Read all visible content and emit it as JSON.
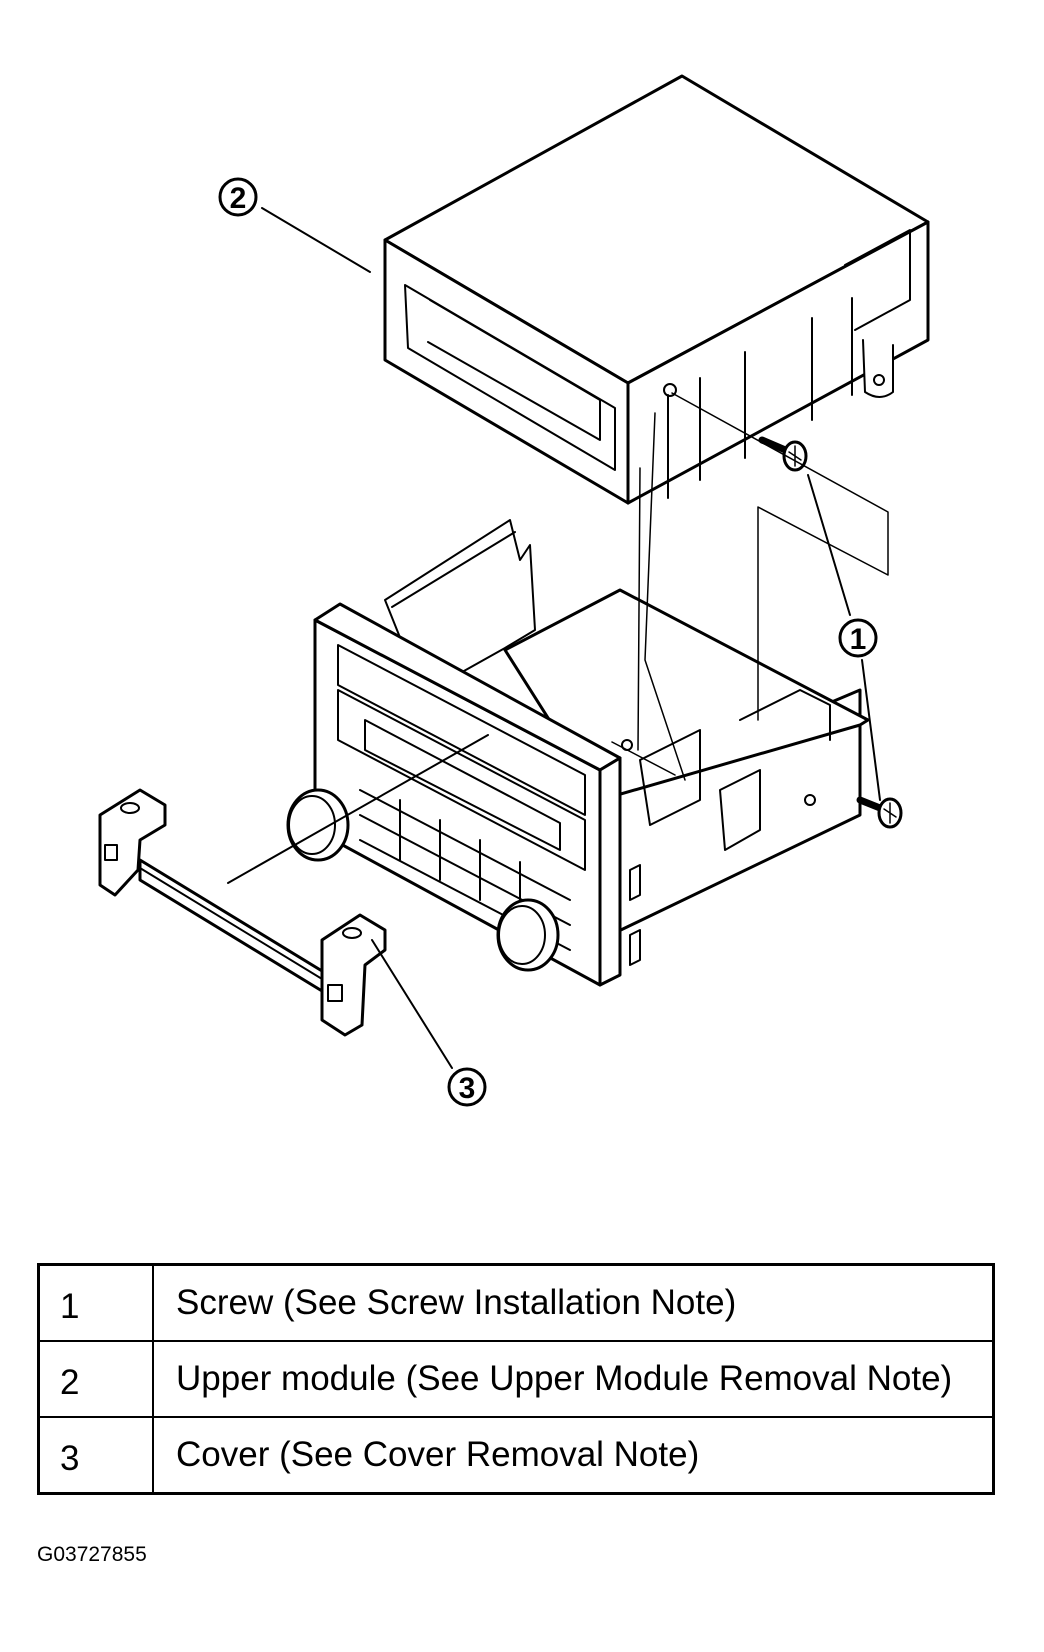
{
  "callouts": [
    "1",
    "2",
    "3"
  ],
  "legend": {
    "rows": [
      {
        "num": "1",
        "desc": "Screw (See Screw Installation Note)"
      },
      {
        "num": "2",
        "desc": "Upper module (See Upper Module Removal Note)"
      },
      {
        "num": "3",
        "desc": "Cover (See Cover Removal Note)"
      }
    ]
  },
  "figure_id": "G03727855"
}
